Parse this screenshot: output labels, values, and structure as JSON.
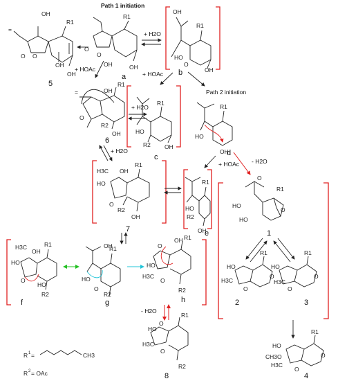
{
  "titles": {
    "path1": "Path 1 initiation",
    "path2": "Path 2 initiation"
  },
  "labels": {
    "c5": "5",
    "ca": "a",
    "cb": "b",
    "c6": "6",
    "cc": "c",
    "cd": "d",
    "c7": "7",
    "ce": "e",
    "c1": "1",
    "c2": "2",
    "c3": "3",
    "cf": "f",
    "cg": "g",
    "ch": "h",
    "c8": "8",
    "c4": "4"
  },
  "conditions": {
    "h2o_ab": "+ H2O",
    "hoac_a5": "+ HOAc",
    "hoac_bc": "+ HOAc",
    "h2o_6c": "+ H2O",
    "h2o_67": "+ H2O",
    "hoac_de": "+ HOAc",
    "h2o_d1": "- H2O",
    "h2o_h8": "- H2O"
  },
  "legend": {
    "r1": "R",
    "r1_sup": "1",
    "r1_eq": " =",
    "ch3": "CH3",
    "r2": "R",
    "r2_sup": "2",
    "r2_eq": "= OAc"
  },
  "atoms": {
    "oh": "OH",
    "ho": "HO",
    "o": "O",
    "h3c": "H3C",
    "r1": "R1",
    "r2": "R2",
    "ch3o": "CH3O"
  },
  "colors": {
    "bracket": "#e02020",
    "green": "#22c022",
    "cyan": "#22c4d8",
    "bond": "#222222"
  }
}
